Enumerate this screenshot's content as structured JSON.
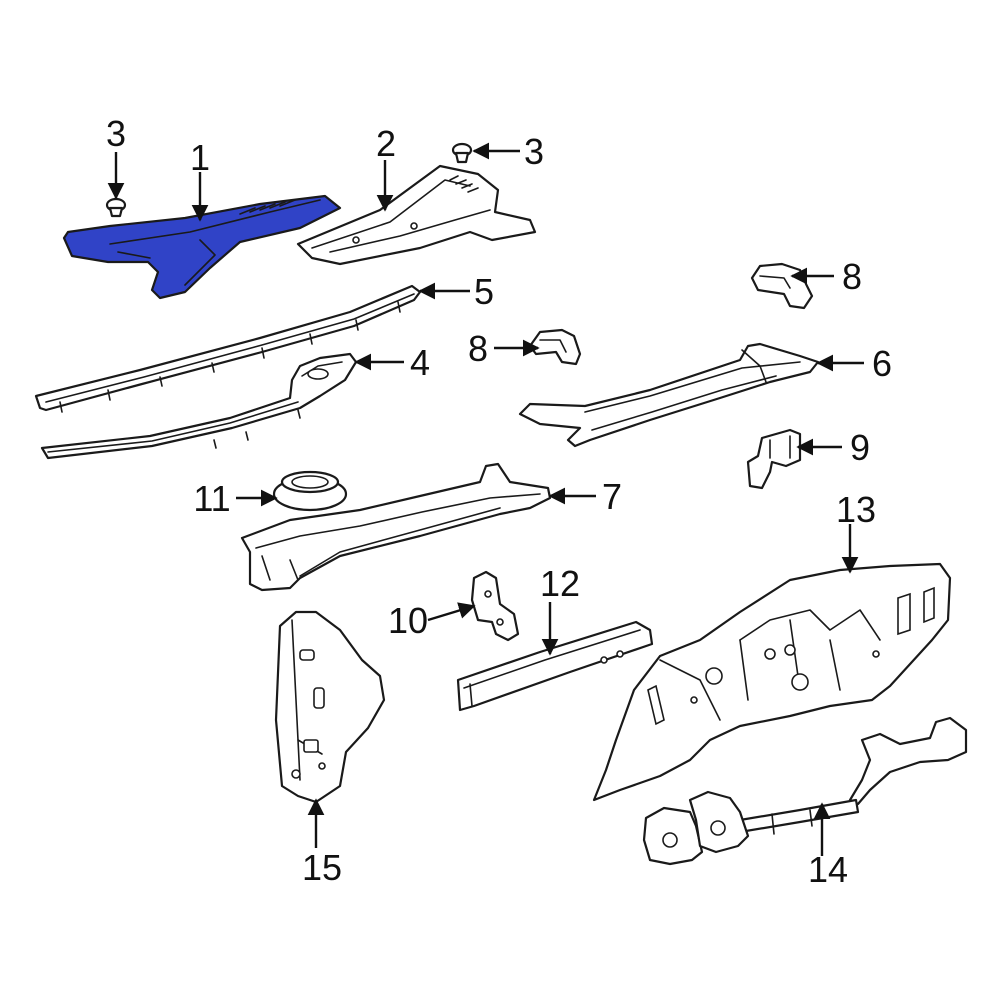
{
  "colors": {
    "highlight": "#3043c7",
    "line": "#1a1a1a",
    "background": "#ffffff"
  },
  "highlighted_part": "1",
  "callouts": [
    {
      "id": "c1",
      "label": "1"
    },
    {
      "id": "c2",
      "label": "2"
    },
    {
      "id": "c3a",
      "label": "3"
    },
    {
      "id": "c3b",
      "label": "3"
    },
    {
      "id": "c4",
      "label": "4"
    },
    {
      "id": "c5",
      "label": "5"
    },
    {
      "id": "c6",
      "label": "6"
    },
    {
      "id": "c7",
      "label": "7"
    },
    {
      "id": "c8a",
      "label": "8"
    },
    {
      "id": "c8b",
      "label": "8"
    },
    {
      "id": "c9",
      "label": "9"
    },
    {
      "id": "c10",
      "label": "10"
    },
    {
      "id": "c11",
      "label": "11"
    },
    {
      "id": "c12",
      "label": "12"
    },
    {
      "id": "c13",
      "label": "13"
    },
    {
      "id": "c14",
      "label": "14"
    },
    {
      "id": "c15",
      "label": "15"
    }
  ]
}
